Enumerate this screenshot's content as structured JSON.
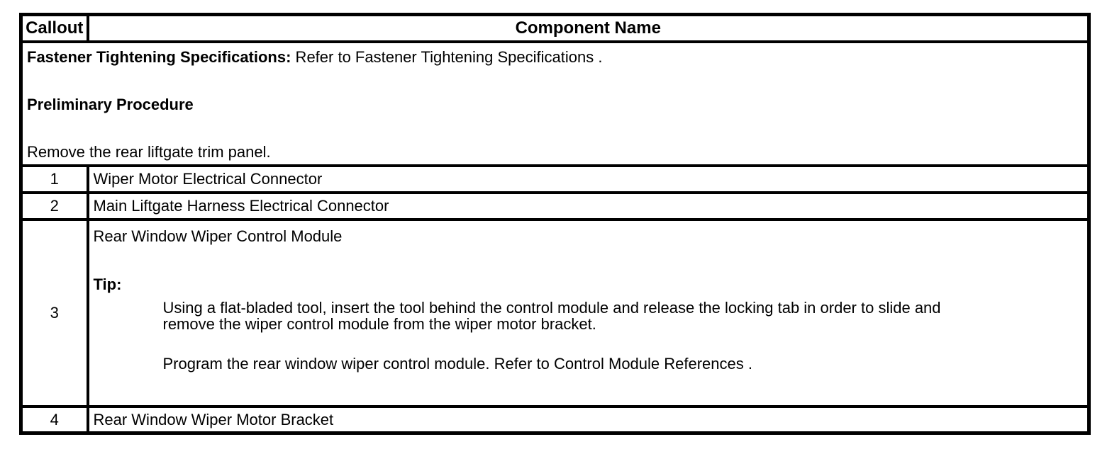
{
  "table": {
    "headers": {
      "callout": "Callout",
      "component_name": "Component Name"
    },
    "preamble": {
      "fastener_label": "Fastener Tightening Specifications:",
      "fastener_text": " Refer to Fastener Tightening Specifications .",
      "preliminary_heading": "Preliminary Procedure",
      "preliminary_step": "Remove the rear liftgate trim panel."
    },
    "rows": [
      {
        "callout": "1",
        "name": "Wiper Motor Electrical Connector"
      },
      {
        "callout": "2",
        "name": "Main Liftgate Harness Electrical Connector"
      },
      {
        "callout": "3",
        "name": "Rear Window Wiper Control Module",
        "tip_label": "Tip:",
        "tip_lines": [
          "Using a flat-bladed tool, insert the tool behind the control module and release the locking tab in order to slide and",
          "remove the wiper control module from the wiper motor bracket."
        ],
        "program_note": "Program the rear window wiper control module. Refer to Control Module References ."
      },
      {
        "callout": "4",
        "name": "Rear Window Wiper Motor Bracket"
      }
    ],
    "colors": {
      "border": "#000000",
      "background": "#ffffff",
      "text": "#000000"
    }
  }
}
